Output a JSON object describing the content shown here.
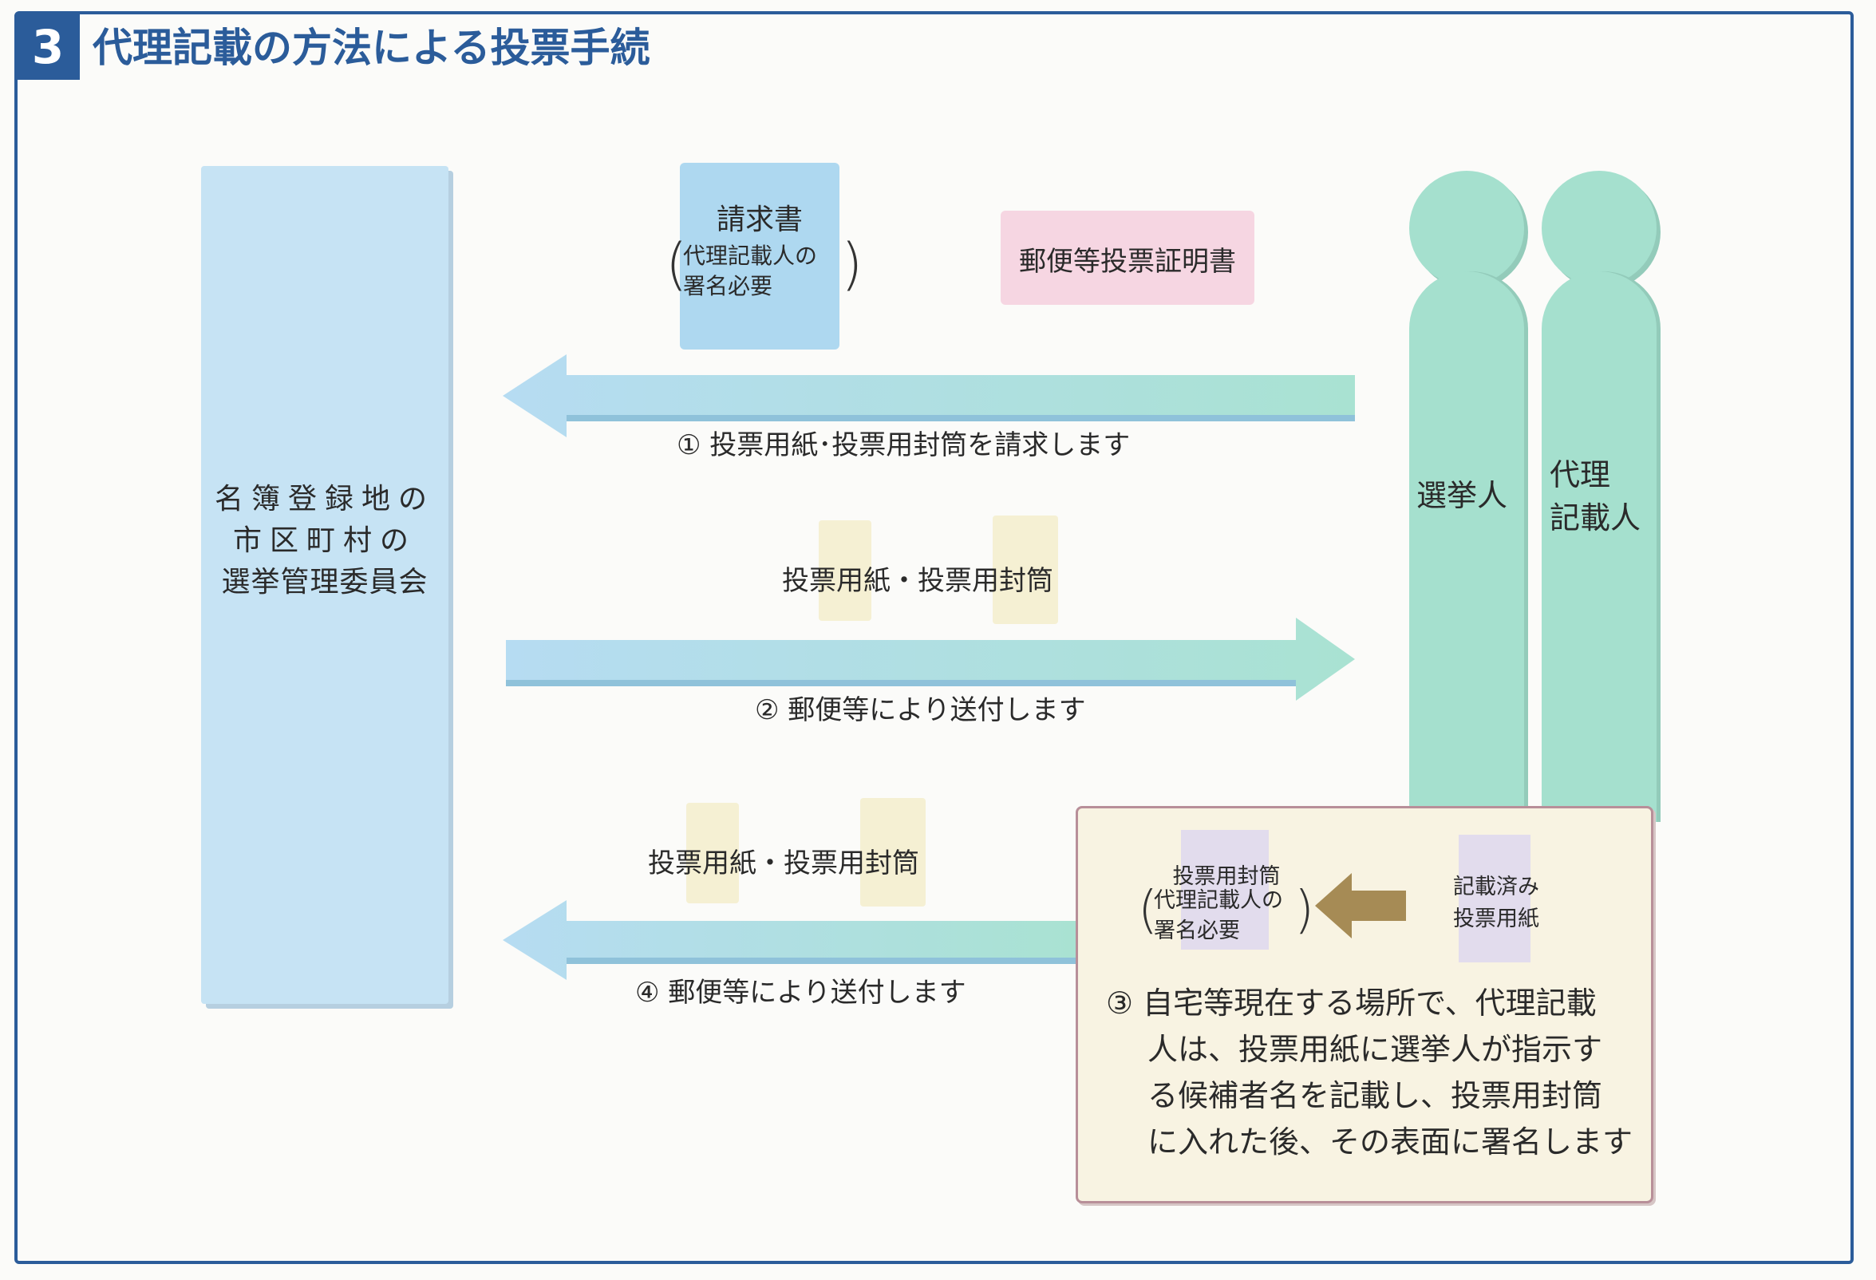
{
  "header": {
    "number": "3",
    "title": "代理記載の方法による投票手続"
  },
  "committee": {
    "lines": [
      "名簿登録地の",
      "市区町村の",
      "選挙管理委員会"
    ]
  },
  "persons": {
    "voter": "選挙人",
    "proxy_line1": "代理",
    "proxy_line2": "記載人"
  },
  "documents": {
    "request_title": "請求書",
    "request_note_line1": "代理記載人の",
    "request_note_line2": "署名必要",
    "certificate": "郵便等投票証明書"
  },
  "flows": {
    "step1": "① 投票用紙･投票用封筒を請求します",
    "step2_items": "投票用紙・投票用封筒",
    "step2": "② 郵便等により送付します",
    "step4_items": "投票用紙・投票用封筒",
    "step4": "④ 郵便等により送付します"
  },
  "step3": {
    "envelope_title": "投票用封筒",
    "envelope_note_line1": "代理記載人の",
    "envelope_note_line2": "署名必要",
    "paper_line1": "記載済み",
    "paper_line2": "投票用紙",
    "text_lines": [
      "③ 自宅等現在する場所で、代理記載",
      "人は、投票用紙に選挙人が指示す",
      "る候補者名を記載し、投票用封筒",
      "に入れた後、その表面に署名します"
    ]
  },
  "colors": {
    "brand": "#2b5c9a",
    "committee": "#c6e3f4",
    "person": "#a5e0ce",
    "certificate": "#f6d6e2",
    "request": "#aed8f0",
    "arrow_inner": "#a68b55"
  }
}
